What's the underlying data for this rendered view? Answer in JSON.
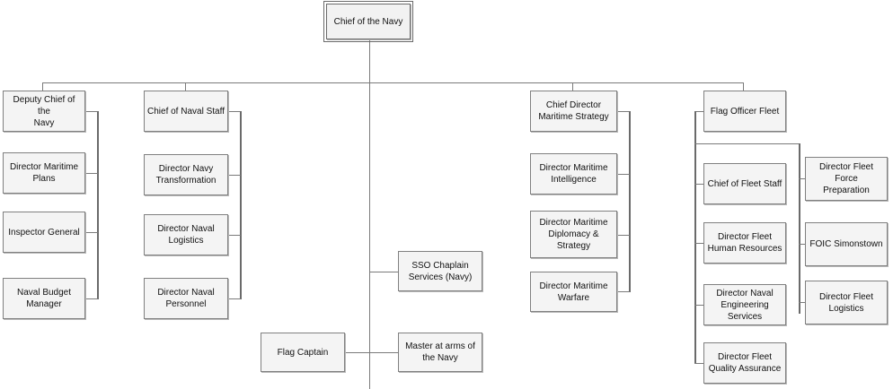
{
  "chart_data": {
    "type": "diagram",
    "title": "Chief of the Navy organisational structure",
    "root": {
      "id": "chief-of-the-navy",
      "label": "Chief of the Navy"
    },
    "nodes": [
      {
        "id": "chief-of-the-navy",
        "label": "Chief of the Navy",
        "column": "root"
      },
      {
        "id": "deputy-chief-of-the-navy",
        "label": "Deputy Chief of the\nNavy",
        "column": "deputy-chief"
      },
      {
        "id": "director-maritime-plans",
        "label": "Director Maritime\nPlans",
        "column": "deputy-chief"
      },
      {
        "id": "inspector-general",
        "label": "Inspector General",
        "column": "deputy-chief"
      },
      {
        "id": "naval-budget-manager",
        "label": "Naval Budget\nManager",
        "column": "deputy-chief"
      },
      {
        "id": "chief-of-naval-staff",
        "label": "Chief of Naval Staff",
        "column": "naval-staff"
      },
      {
        "id": "director-navy-transformation",
        "label": "Director Navy\nTransformation",
        "column": "naval-staff"
      },
      {
        "id": "director-naval-logistics",
        "label": "Director Naval\nLogistics",
        "column": "naval-staff"
      },
      {
        "id": "director-naval-personnel",
        "label": "Director Naval\nPersonnel",
        "column": "naval-staff"
      },
      {
        "id": "sso-chaplain-services-navy",
        "label": "SSO Chaplain\nServices (Navy)",
        "column": "centre"
      },
      {
        "id": "flag-captain",
        "label": "Flag Captain",
        "column": "centre"
      },
      {
        "id": "master-at-arms-of-the-navy",
        "label": "Master at arms of\nthe Navy",
        "column": "centre"
      },
      {
        "id": "chief-director-maritime-strategy",
        "label": "Chief Director\nMaritime Strategy",
        "column": "maritime-strategy"
      },
      {
        "id": "director-maritime-intelligence",
        "label": "Director Maritime\nIntelligence",
        "column": "maritime-strategy"
      },
      {
        "id": "director-maritime-diplomacy-strategy",
        "label": "Director Maritime\nDiplomacy &\nStrategy",
        "column": "maritime-strategy"
      },
      {
        "id": "director-maritime-warfare",
        "label": "Director Maritime\nWarfare",
        "column": "maritime-strategy"
      },
      {
        "id": "flag-officer-fleet",
        "label": "Flag Officer Fleet",
        "column": "fleet"
      },
      {
        "id": "chief-of-fleet-staff",
        "label": "Chief of Fleet Staff",
        "column": "fleet"
      },
      {
        "id": "director-fleet-human-resources",
        "label": "Director Fleet\nHuman Resources",
        "column": "fleet"
      },
      {
        "id": "director-naval-engineering-services",
        "label": "Director Naval\nEngineering Services",
        "column": "fleet"
      },
      {
        "id": "director-fleet-quality-assurance",
        "label": "Director Fleet\nQuality Assurance",
        "column": "fleet"
      },
      {
        "id": "director-fleet-force-preparation",
        "label": "Director Fleet Force\nPreparation",
        "column": "fleet-right"
      },
      {
        "id": "foic-simonstown",
        "label": "FOIC Simonstown",
        "column": "fleet-right"
      },
      {
        "id": "director-fleet-logistics",
        "label": "Director Fleet\nLogistics",
        "column": "fleet-right"
      }
    ],
    "edges": [
      {
        "from": "chief-of-the-navy",
        "to": "deputy-chief-of-the-navy"
      },
      {
        "from": "chief-of-the-navy",
        "to": "chief-of-naval-staff"
      },
      {
        "from": "chief-of-the-navy",
        "to": "chief-director-maritime-strategy"
      },
      {
        "from": "chief-of-the-navy",
        "to": "flag-officer-fleet"
      },
      {
        "from": "chief-of-the-navy",
        "to": "sso-chaplain-services-navy"
      },
      {
        "from": "chief-of-the-navy",
        "to": "flag-captain"
      },
      {
        "from": "chief-of-the-navy",
        "to": "master-at-arms-of-the-navy"
      },
      {
        "from": "deputy-chief-of-the-navy",
        "to": "director-maritime-plans"
      },
      {
        "from": "deputy-chief-of-the-navy",
        "to": "inspector-general"
      },
      {
        "from": "deputy-chief-of-the-navy",
        "to": "naval-budget-manager"
      },
      {
        "from": "chief-of-naval-staff",
        "to": "director-navy-transformation"
      },
      {
        "from": "chief-of-naval-staff",
        "to": "director-naval-logistics"
      },
      {
        "from": "chief-of-naval-staff",
        "to": "director-naval-personnel"
      },
      {
        "from": "chief-director-maritime-strategy",
        "to": "director-maritime-intelligence"
      },
      {
        "from": "chief-director-maritime-strategy",
        "to": "director-maritime-diplomacy-strategy"
      },
      {
        "from": "chief-director-maritime-strategy",
        "to": "director-maritime-warfare"
      },
      {
        "from": "flag-officer-fleet",
        "to": "chief-of-fleet-staff"
      },
      {
        "from": "flag-officer-fleet",
        "to": "director-fleet-human-resources"
      },
      {
        "from": "flag-officer-fleet",
        "to": "director-naval-engineering-services"
      },
      {
        "from": "flag-officer-fleet",
        "to": "director-fleet-quality-assurance"
      },
      {
        "from": "flag-officer-fleet",
        "to": "director-fleet-force-preparation"
      },
      {
        "from": "flag-officer-fleet",
        "to": "foic-simonstown"
      },
      {
        "from": "flag-officer-fleet",
        "to": "director-fleet-logistics"
      }
    ],
    "colors": {
      "box_fill": "#f4f4f4",
      "box_border": "#808080",
      "box_shadow": "#b9b9b9",
      "connector": "#7a7a7a",
      "text": "#111111",
      "background": "#ffffff"
    }
  },
  "nodes": {
    "chief_of_the_navy": "Chief of the Navy",
    "deputy_chief_of_the_navy": "Deputy Chief of the\nNavy",
    "director_maritime_plans": "Director Maritime\nPlans",
    "inspector_general": "Inspector General",
    "naval_budget_manager": "Naval Budget\nManager",
    "chief_of_naval_staff": "Chief of Naval Staff",
    "director_navy_transformation": "Director Navy\nTransformation",
    "director_naval_logistics": "Director Naval\nLogistics",
    "director_naval_personnel": "Director Naval\nPersonnel",
    "sso_chaplain_services_navy": "SSO Chaplain\nServices (Navy)",
    "flag_captain": "Flag Captain",
    "master_at_arms_of_the_navy": "Master at arms of\nthe Navy",
    "chief_director_maritime_strategy": "Chief Director\nMaritime Strategy",
    "director_maritime_intelligence": "Director Maritime\nIntelligence",
    "director_maritime_diplomacy_strategy": "Director Maritime\nDiplomacy &\nStrategy",
    "director_maritime_warfare": "Director Maritime\nWarfare",
    "flag_officer_fleet": "Flag Officer Fleet",
    "chief_of_fleet_staff": "Chief of Fleet Staff",
    "director_fleet_human_resources": "Director Fleet\nHuman Resources",
    "director_naval_engineering_services": "Director Naval\nEngineering Services",
    "director_fleet_quality_assurance": "Director Fleet\nQuality Assurance",
    "director_fleet_force_preparation": "Director Fleet Force\nPreparation",
    "foic_simonstown": "FOIC Simonstown",
    "director_fleet_logistics": "Director Fleet\nLogistics"
  }
}
